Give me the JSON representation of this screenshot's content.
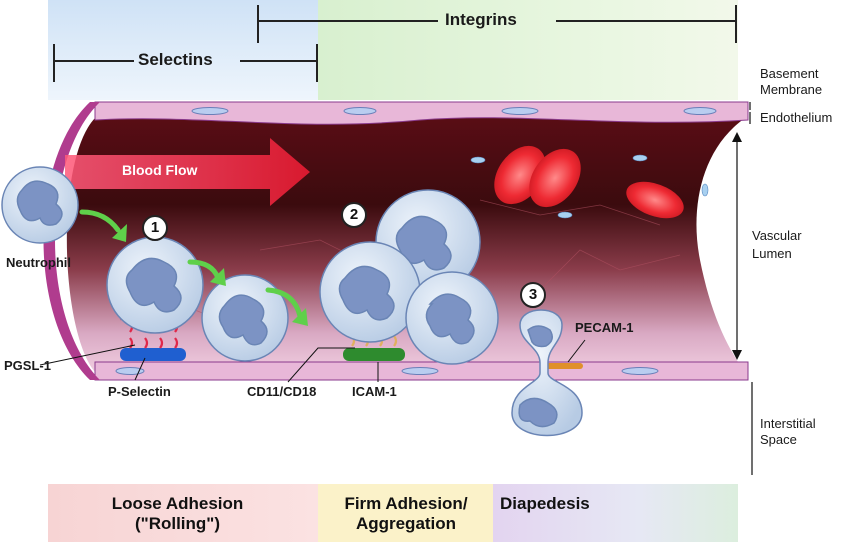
{
  "header": {
    "integrins_label": "Integrins",
    "selectins_label": "Selectins"
  },
  "vessel": {
    "flow_label": "Blood Flow",
    "cell_label": "Neutrophil"
  },
  "steps": [
    "1",
    "2",
    "3"
  ],
  "molecules": {
    "pgsl": "PGSL-1",
    "pselectin": "P-Selectin",
    "cd11": "CD11/CD18",
    "icam": "ICAM-1",
    "pecam": "PECAM-1"
  },
  "layers": {
    "basement_1": "Basement",
    "basement_2": "Membrane",
    "endothelium": "Endothelium",
    "lumen_1": "Vascular",
    "lumen_2": "Lumen",
    "interstitial_1": "Interstitial",
    "interstitial_2": "Space"
  },
  "stages": {
    "loose_1": "Loose Adhesion",
    "loose_2": "(\"Rolling\")",
    "firm_1": "Firm Adhesion/",
    "firm_2": "Aggregation",
    "diapedesis": "Diapedesis"
  },
  "colors": {
    "selectin_band": "#cfe2f6",
    "integrin_band": "#d8f0cf",
    "rolling_band": "#f7d4d4",
    "firm_band": "#fbf2c9",
    "diapedesis_band": "#e3d4f0",
    "vessel_wall": "#e8b7d8",
    "lumen_dark": "#4a0f16",
    "blood_flow": "#e8304a",
    "leukocyte": "#c9d9ec",
    "nucleus": "#7c93c4",
    "rbc": "#e0242e",
    "arrow_green": "#5fd04a",
    "pselectin_blue": "#1f5fd0",
    "icam_green": "#2e8b2e",
    "pecam_orange": "#e0902a"
  }
}
